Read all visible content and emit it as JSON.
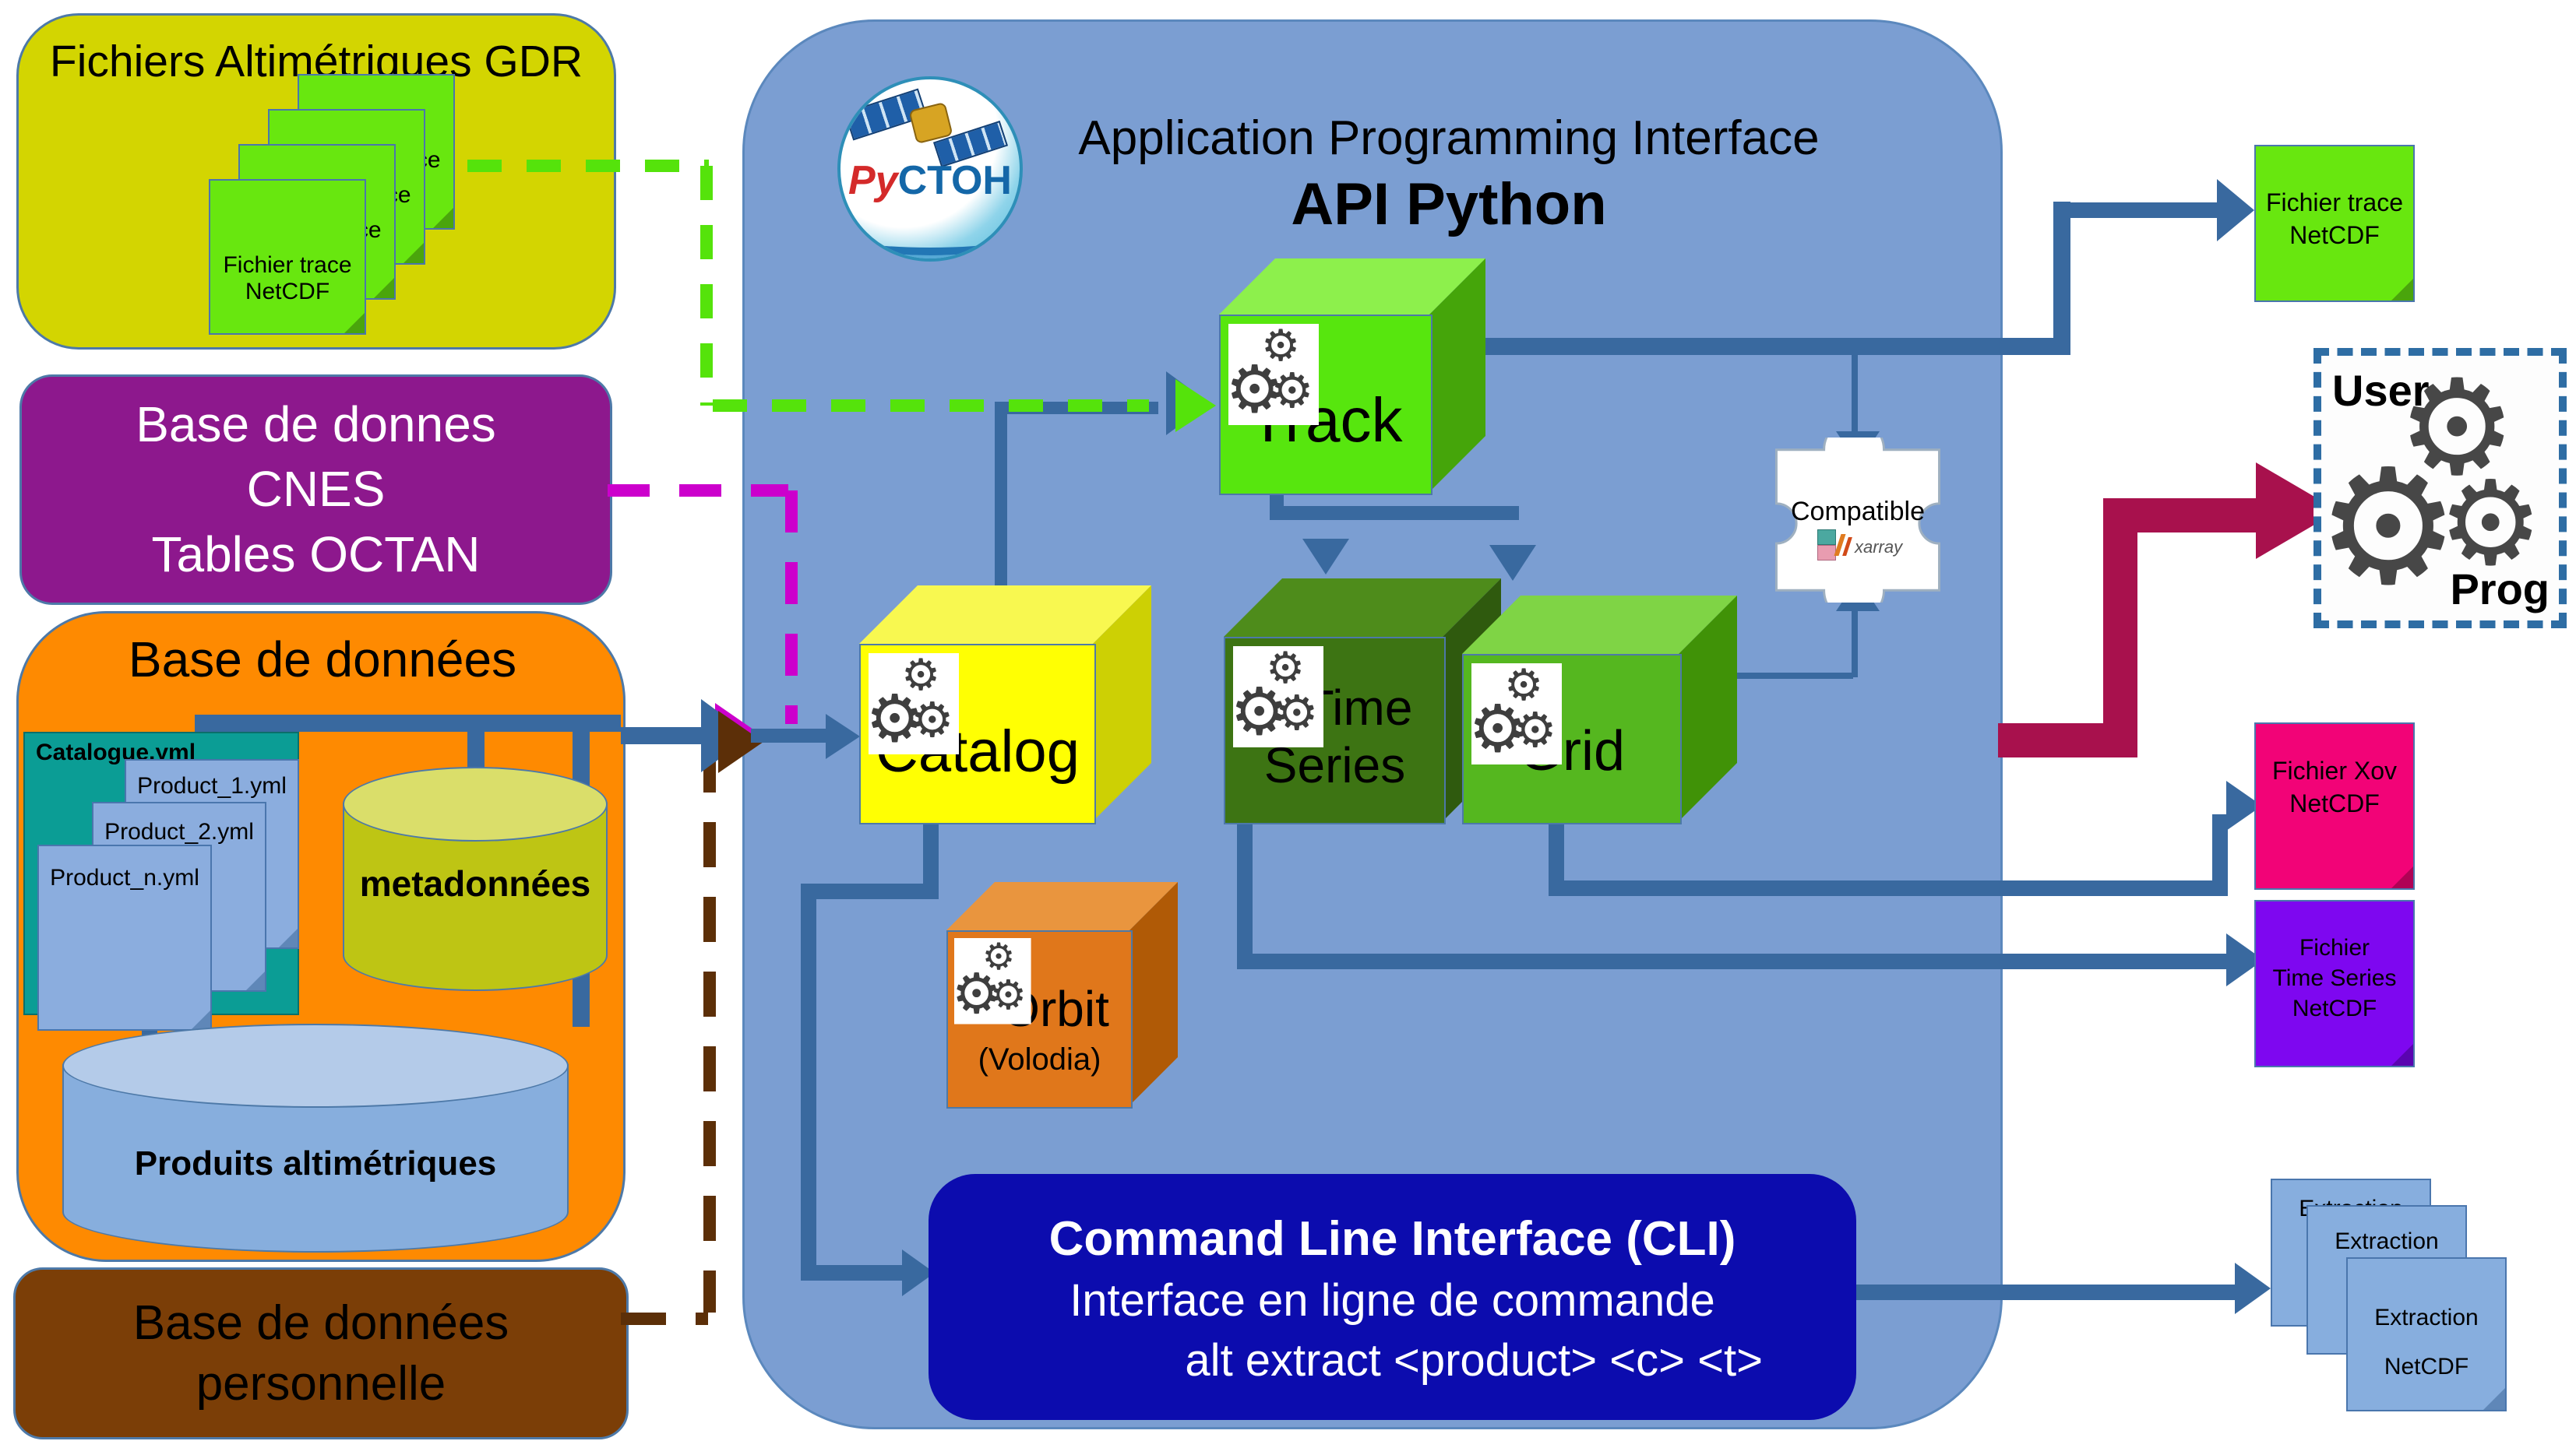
{
  "left_column": {
    "gdr_box": {
      "title": "Fichiers Altimétriques GDR",
      "note_line1": "Fichier trace",
      "note_line2": "NetCDF"
    },
    "cnes_box": {
      "line1": "Base de donnes",
      "line2": "CNES",
      "line3": "Tables OCTAN"
    },
    "database_box": {
      "title": "Base de données",
      "catalogue_label": "Catalogue.yml",
      "products": [
        "Product_1.yml",
        "Product_2.yml",
        "Product_n.yml"
      ],
      "metadata_cylinder": "metadonnées",
      "products_cylinder": "Produits altimétriques"
    },
    "personal_box": {
      "line1": "Base de données",
      "line2": "personnelle"
    }
  },
  "api_box": {
    "logo_py": "Py",
    "logo_ctoh": "CTOH",
    "title": "Application Programming Interface",
    "subtitle": "API Python",
    "track": "Track",
    "catalog": "Catalog",
    "timeseries_line1": "Time",
    "timeseries_line2": "Series",
    "grid": "Grid",
    "orbit": "Orbit",
    "orbit_sub": "(Volodia)",
    "cli_line1": "Command Line Interface (CLI)",
    "cli_line2": "Interface en ligne de commande",
    "cli_line3": "alt extract <product> <c> <t>"
  },
  "puzzle": {
    "label": "Compatible",
    "xarray_label": "xarray"
  },
  "right_column": {
    "trace_note_line1": "Fichier trace",
    "trace_note_line2": "NetCDF",
    "user_label": "User",
    "prog_label": "Prog",
    "xov_note_line1": "Fichier Xov",
    "xov_note_line2": "NetCDF",
    "timeseries_note_line1": "Fichier",
    "timeseries_note_line2": "Time Series",
    "timeseries_note_line3": "NetCDF",
    "extraction_back": "Extraction",
    "extraction_mid": "Extraction",
    "extraction_front_line1": "Extraction",
    "extraction_front_line2": "NetCDF"
  },
  "icons": {
    "gears_icon": "⚙",
    "satellite_icon": "solar-panel satellite",
    "puzzle_icon": "jigsaw piece"
  },
  "colors": {
    "api_blue": "#7b9ed2",
    "arrow_blue": "#39699f",
    "crimson": "#a8114d",
    "green_dash": "#55e30b",
    "magenta_dash": "#cc00cc",
    "brown_dash": "#5c2f08",
    "cli_blue": "#0c0cae",
    "gdr_yellow": "#d3d501",
    "cnes_purple": "#8d188d",
    "db_orange": "#fe8a01",
    "personal_brown": "#7b3e07",
    "note_green": "#68e70f",
    "note_pink": "#f20377",
    "note_violet": "#7e07f0",
    "note_blue": "#87aede"
  }
}
